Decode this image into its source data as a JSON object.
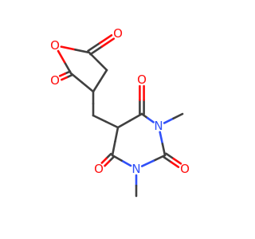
{
  "molecule": {
    "colors": {
      "carbon_bond": "#404040",
      "oxygen": "#ff0d0d",
      "nitrogen": "#3050f8"
    },
    "atoms": [
      {
        "id": "o_ring",
        "element": "O",
        "label": "O"
      },
      {
        "id": "o_lactone_top",
        "element": "O",
        "label": "O"
      },
      {
        "id": "o_lactone_left",
        "element": "O",
        "label": "O"
      },
      {
        "id": "o_c4",
        "element": "O",
        "label": "O"
      },
      {
        "id": "o_c2",
        "element": "O",
        "label": "O"
      },
      {
        "id": "o_c6",
        "element": "O",
        "label": "O"
      },
      {
        "id": "n1",
        "element": "N",
        "label": "N"
      },
      {
        "id": "n3",
        "element": "N",
        "label": "N"
      }
    ]
  }
}
